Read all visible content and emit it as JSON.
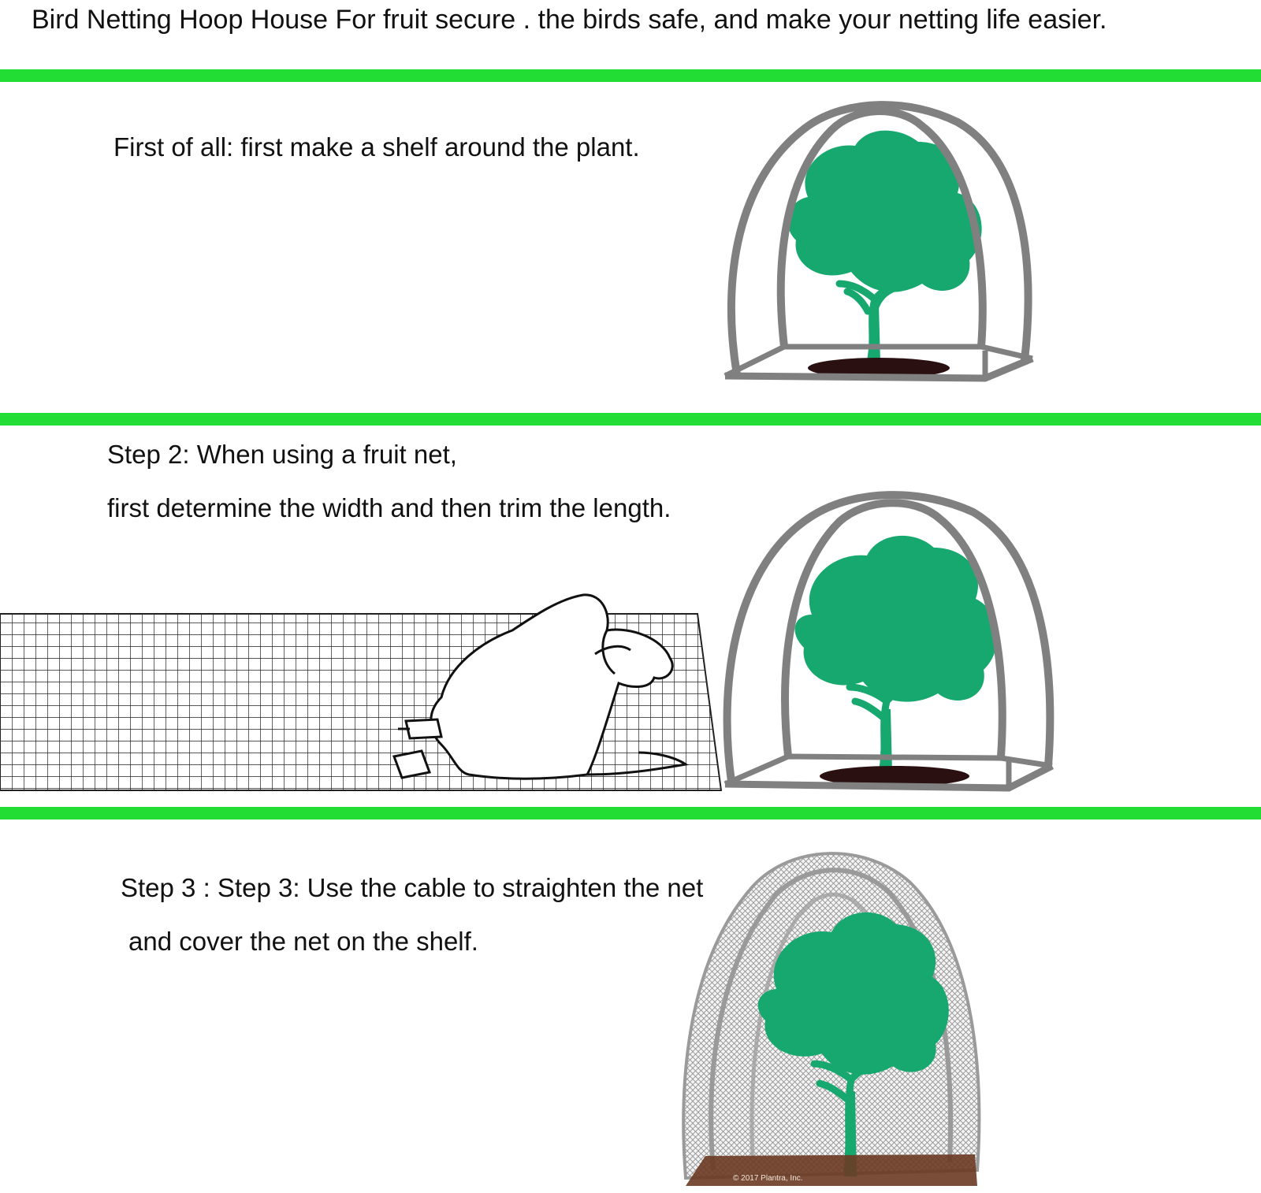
{
  "header": {
    "title": "Bird Netting Hoop House For fruit secure . the birds safe, and make your netting life easier."
  },
  "colors": {
    "divider": "#22dd33",
    "frame": "#808080",
    "tree": "#17a86f",
    "soil": "#2a1010",
    "ground_box": "#6b3a24"
  },
  "steps": [
    {
      "lines": [
        "First of all: first make a shelf around the plant."
      ]
    },
    {
      "lines": [
        "Step 2: When using a fruit net,",
        "first determine the width and then trim the length."
      ]
    },
    {
      "lines": [
        "Step 3 : Step 3: Use the cable to straighten the net",
        "and cover the net on the shelf."
      ],
      "credit": "© 2017 Plantra, Inc."
    }
  ]
}
